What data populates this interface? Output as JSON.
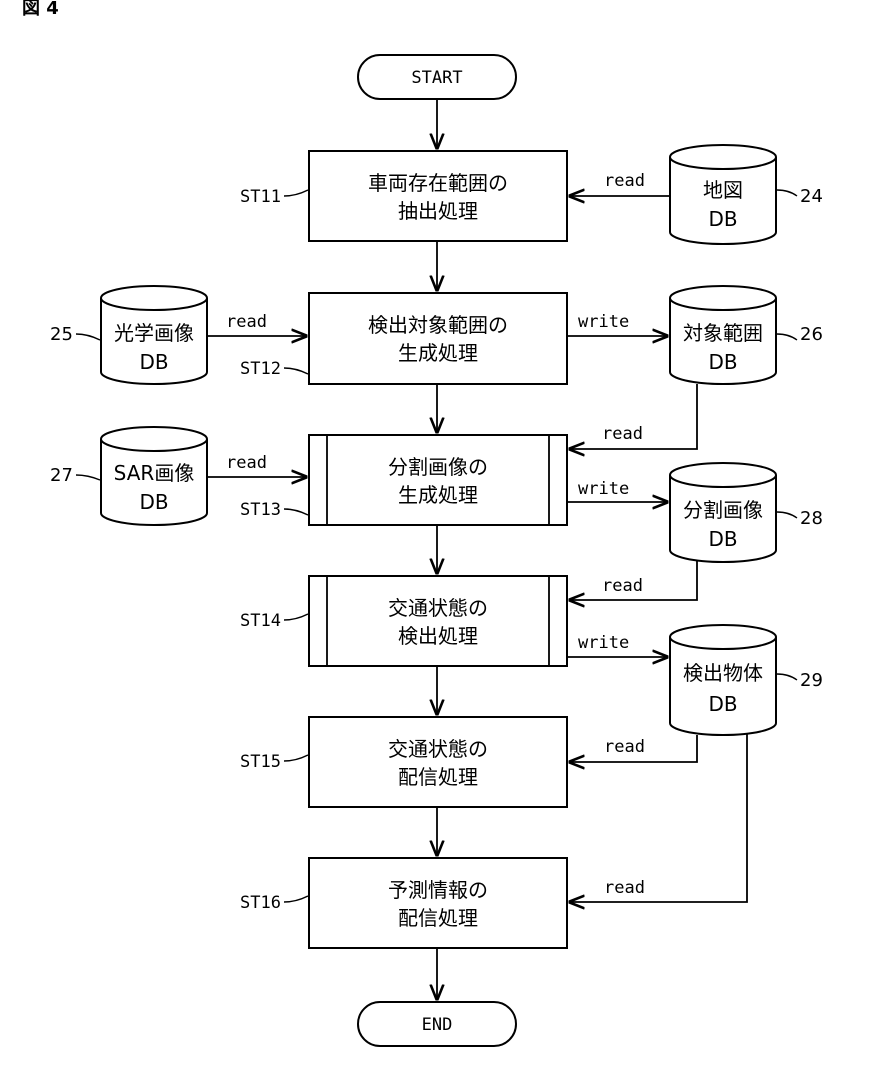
{
  "figure_label": "図 4",
  "terminals": {
    "start": "START",
    "end": "END"
  },
  "steps": [
    {
      "id": "ST11",
      "line1": "車両存在範囲の",
      "line2": "抽出処理"
    },
    {
      "id": "ST12",
      "line1": "検出対象範囲の",
      "line2": "生成処理"
    },
    {
      "id": "ST13",
      "line1": "分割画像の",
      "line2": "生成処理"
    },
    {
      "id": "ST14",
      "line1": "交通状態の",
      "line2": "検出処理"
    },
    {
      "id": "ST15",
      "line1": "交通状態の",
      "line2": "配信処理"
    },
    {
      "id": "ST16",
      "line1": "予測情報の",
      "line2": "配信処理"
    }
  ],
  "databases": [
    {
      "ref": "24",
      "line1": "地図",
      "line2": "DB"
    },
    {
      "ref": "25",
      "line1": "光学画像",
      "line2": "DB"
    },
    {
      "ref": "26",
      "line1": "対象範囲",
      "line2": "DB"
    },
    {
      "ref": "27",
      "line1": "SAR画像",
      "line2": "DB"
    },
    {
      "ref": "28",
      "line1": "分割画像",
      "line2": "DB"
    },
    {
      "ref": "29",
      "line1": "検出物体",
      "line2": "DB"
    }
  ],
  "edge_labels": {
    "read": "read",
    "write": "write"
  }
}
